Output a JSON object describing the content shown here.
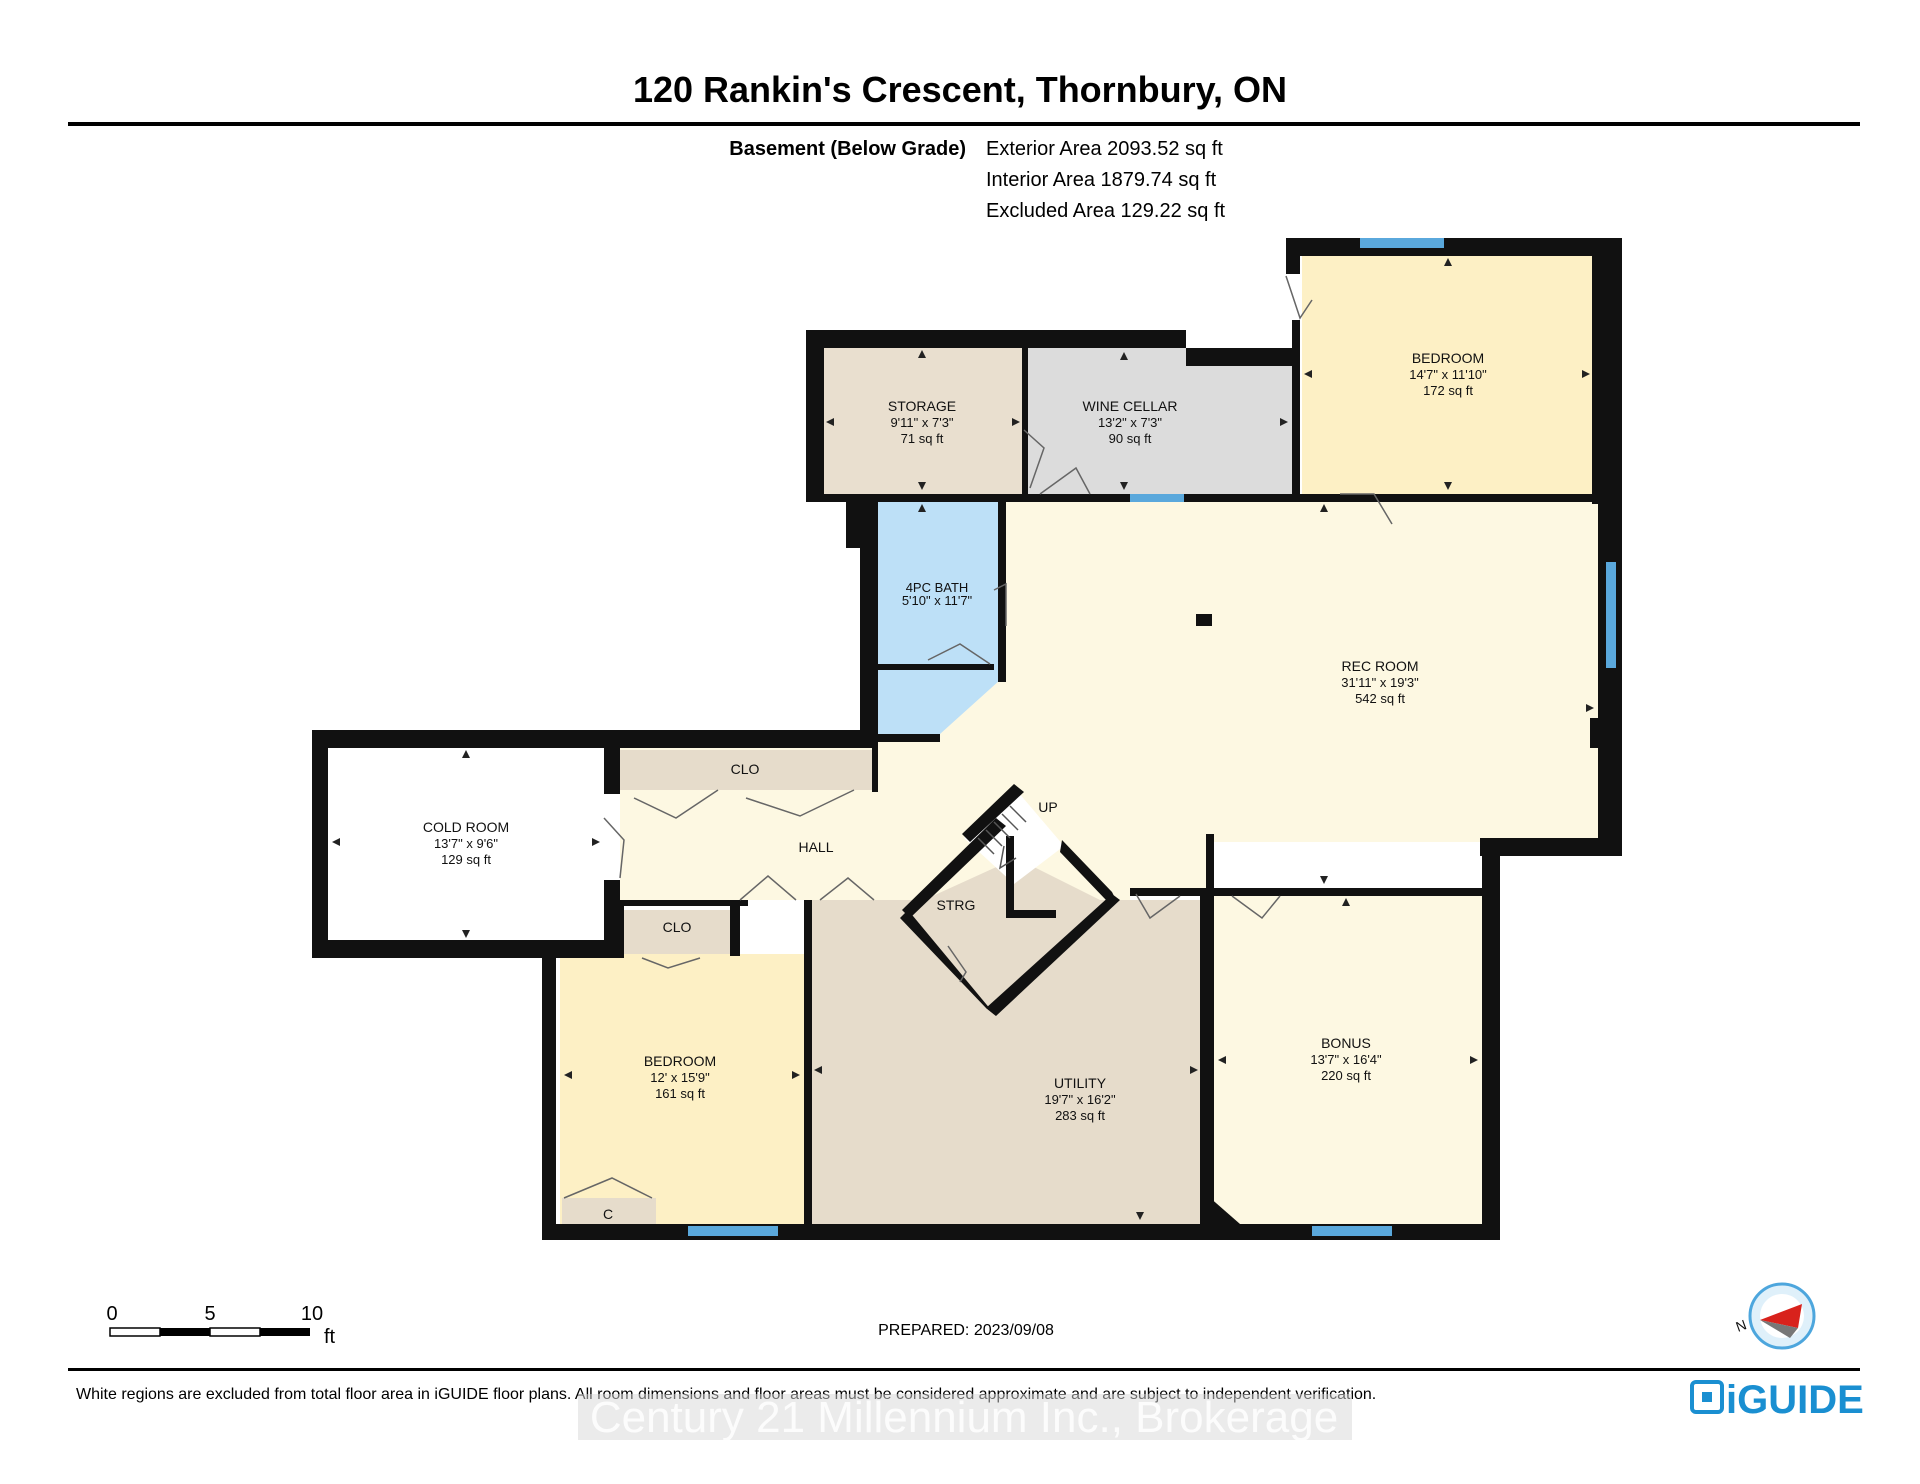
{
  "header": {
    "title": "120 Rankin's Crescent, Thornbury, ON",
    "level": "Basement (Below Grade)",
    "exterior_area": "Exterior Area 2093.52 sq ft",
    "interior_area": "Interior Area 1879.74 sq ft",
    "excluded_area": "Excluded Area 129.22 sq ft"
  },
  "rooms": {
    "storage": {
      "name": "STORAGE",
      "dims": "9'11\" x 7'3\"",
      "area": "71 sq ft"
    },
    "wine_cellar": {
      "name": "WINE CELLAR",
      "dims": "13'2\" x 7'3\"",
      "area": "90 sq ft"
    },
    "bedroom_ne": {
      "name": "BEDROOM",
      "dims": "14'7\" x 11'10\"",
      "area": "172 sq ft"
    },
    "bath": {
      "name": "4PC BATH",
      "dims": "5'10\" x 11'7\""
    },
    "rec_room": {
      "name": "REC ROOM",
      "dims": "31'11\" x 19'3\"",
      "area": "542 sq ft"
    },
    "cold_room": {
      "name": "COLD ROOM",
      "dims": "13'7\" x 9'6\"",
      "area": "129 sq ft"
    },
    "hall": {
      "name": "HALL"
    },
    "clo_hall": {
      "name": "CLO"
    },
    "clo_bed": {
      "name": "CLO"
    },
    "closet_c": {
      "name": "C"
    },
    "up": {
      "name": "UP"
    },
    "strg": {
      "name": "STRG"
    },
    "bedroom_sw": {
      "name": "BEDROOM",
      "dims": "12' x 15'9\"",
      "area": "161 sq ft"
    },
    "utility": {
      "name": "UTILITY",
      "dims": "19'7\" x 16'2\"",
      "area": "283 sq ft"
    },
    "bonus": {
      "name": "BONUS",
      "dims": "13'7\" x 16'4\"",
      "area": "220 sq ft"
    }
  },
  "scale": {
    "ticks": [
      "0",
      "5",
      "10"
    ],
    "unit": "ft"
  },
  "prepared": "PREPARED: 2023/09/08",
  "footer": {
    "disclaimer": "White regions are excluded from total floor area in iGUIDE floor plans. All room dimensions and floor areas must be considered approximate and are subject to independent verification.",
    "brand": "iGUIDE",
    "watermark": "Century 21 Millennium Inc., Brokerage"
  },
  "compass": {
    "label": "N"
  },
  "colors": {
    "wall": "#111111",
    "storage": "#e9dfcf",
    "wine_cellar": "#dcdcdc",
    "bedroom": "#fdf0c5",
    "bath": "#bde0f7",
    "rec_room": "#fdf8e2",
    "utility": "#e6dccb",
    "window": "#5aa8dc",
    "brand": "#1a8fd1"
  }
}
